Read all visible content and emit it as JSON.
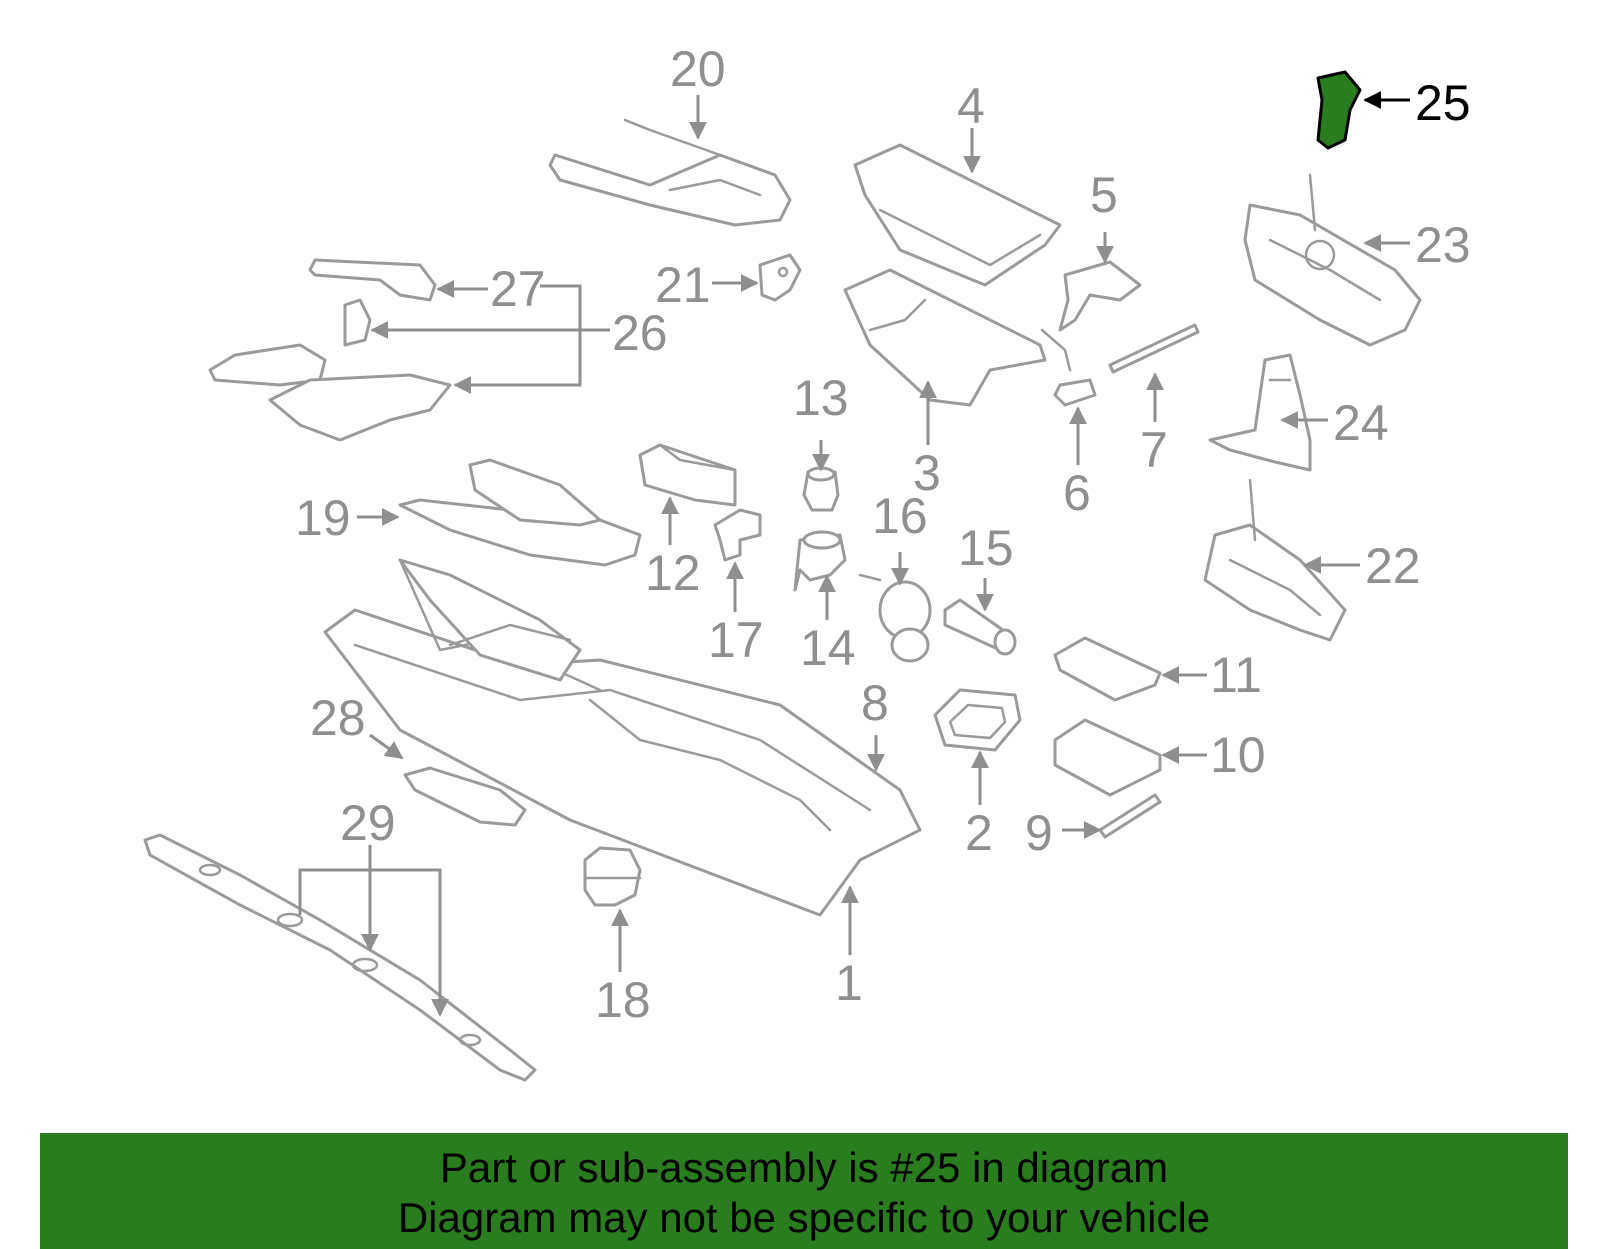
{
  "diagram": {
    "highlight_color": "#2a7d1e",
    "line_color": "#9a9a9a",
    "highlighted_callout": "25",
    "callouts": {
      "c1": "1",
      "c2": "2",
      "c3": "3",
      "c4": "4",
      "c5": "5",
      "c6": "6",
      "c7": "7",
      "c8": "8",
      "c9": "9",
      "c10": "10",
      "c11": "11",
      "c12": "12",
      "c13": "13",
      "c14": "14",
      "c15": "15",
      "c16": "16",
      "c17": "17",
      "c18": "18",
      "c19": "19",
      "c20": "20",
      "c21": "21",
      "c22": "22",
      "c23": "23",
      "c24": "24",
      "c25": "25",
      "c26": "26",
      "c27": "27",
      "c28": "28",
      "c29": "29"
    }
  },
  "banner": {
    "background": "#2a7d1e",
    "line1": "Part or sub-assembly is #25 in diagram",
    "line2": "Diagram may not be specific to your vehicle"
  }
}
